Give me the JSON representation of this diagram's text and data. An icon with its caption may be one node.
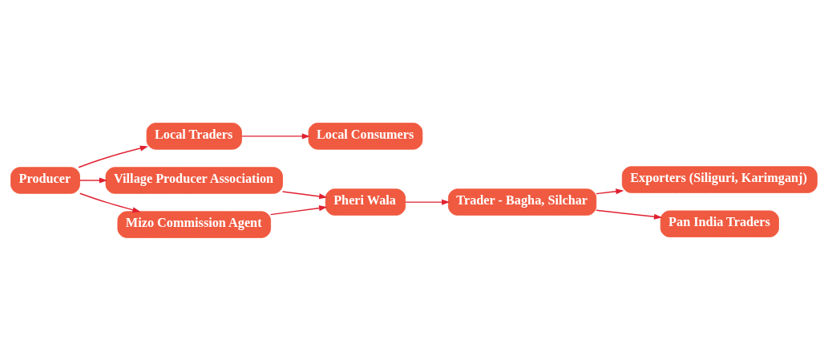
{
  "diagram": {
    "nodes": [
      {
        "text": [
          "Producer"
        ]
      },
      {
        "text": [
          "Local Traders"
        ]
      },
      {
        "text": [
          "Local Consumers"
        ]
      },
      {
        "text": [
          "Village Producer Association"
        ]
      },
      {
        "text": [
          "Mizo Commission Agent"
        ]
      },
      {
        "text": [
          "Pheri Wala"
        ]
      },
      {
        "text": [
          "Trader - Bagha, Silchar"
        ]
      },
      {
        "text": [
          "Exporters (Siliguri, Karimganj)"
        ]
      },
      {
        "text": [
          "Pan India Traders"
        ]
      }
    ],
    "edges": [
      {
        "from": 0,
        "to": 1,
        "arrow": "to"
      },
      {
        "from": 1,
        "to": 2,
        "arrow": "to"
      },
      {
        "from": 0,
        "to": 3,
        "arrow": "to"
      },
      {
        "from": 0,
        "to": 4,
        "arrow": "to"
      },
      {
        "from": 3,
        "to": 5,
        "arrow": "to"
      },
      {
        "from": 4,
        "to": 5,
        "arrow": "to"
      },
      {
        "from": 5,
        "to": 6,
        "arrow": "to"
      },
      {
        "from": 6,
        "to": 7,
        "arrow": "to"
      },
      {
        "from": 6,
        "to": 8,
        "arrow": "to"
      }
    ]
  }
}
